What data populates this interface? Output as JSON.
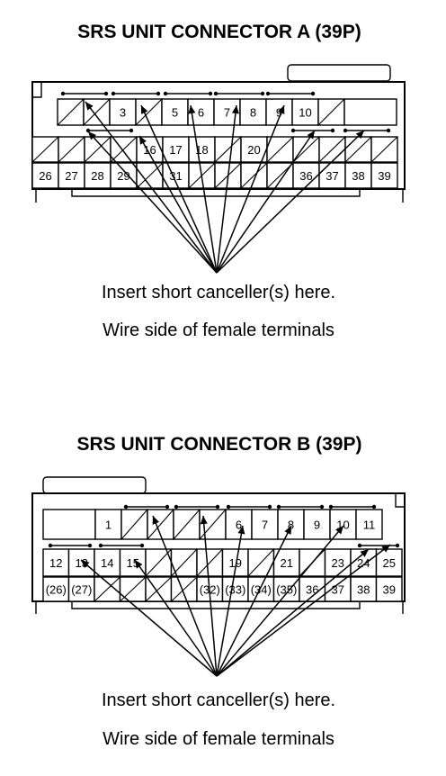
{
  "connectors": [
    {
      "title": "SRS UNIT CONNECTOR A (39P)",
      "caption_line1": "Insert short canceller(s) here.",
      "caption_line2": "Wire side of female terminals",
      "row1": [
        "",
        "",
        "3",
        "",
        "5",
        "6",
        "7",
        "8",
        "9",
        "10",
        "",
        "",
        ""
      ],
      "row2": [
        "",
        "",
        "",
        "",
        "16",
        "17",
        "18",
        "",
        "20",
        "",
        "",
        "",
        "",
        ""
      ],
      "row3": [
        "26",
        "27",
        "28",
        "29",
        "",
        "31",
        "",
        "",
        "",
        "",
        "36",
        "37",
        "38",
        "39"
      ]
    },
    {
      "title": "SRS UNIT CONNECTOR B (39P)",
      "caption_line1": "Insert short canceller(s) here.",
      "caption_line2": "Wire side of female terminals",
      "row1": [
        "",
        "",
        "1",
        "",
        "",
        "",
        "",
        "6",
        "7",
        "8",
        "9",
        "10",
        "11"
      ],
      "row2": [
        "12",
        "13",
        "14",
        "15",
        "",
        "",
        "",
        "19",
        "",
        "21",
        "",
        "23",
        "24",
        "25"
      ],
      "row3": [
        "(26)",
        "(27)",
        "",
        "",
        "",
        "",
        "(32)",
        "(33)",
        "(34)",
        "(35)",
        "36",
        "37",
        "38",
        "39"
      ]
    }
  ]
}
